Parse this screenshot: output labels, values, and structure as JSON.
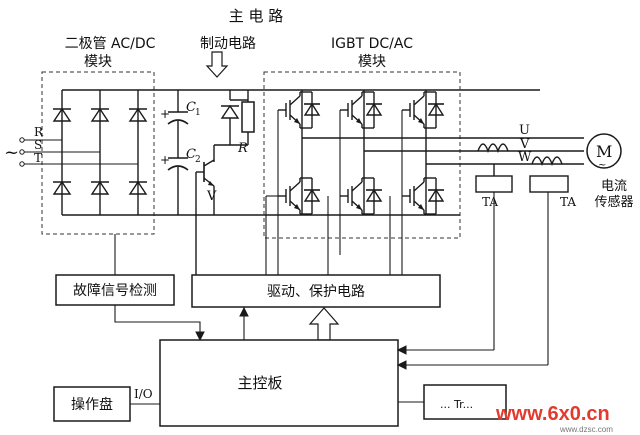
{
  "labels": {
    "main_circuit": "主 电 路",
    "rectifier_line1": "二极管 AC/DC",
    "rectifier_line2": "模块",
    "brake_circuit": "制动电路",
    "igbt_line1": "IGBT  DC/AC",
    "igbt_line2": "模块",
    "phase_r": "R",
    "phase_s": "S",
    "phase_t": "T",
    "ac_symbol": "~",
    "cap1_main": "C",
    "cap1_sub": "1",
    "cap2_main": "C",
    "cap2_sub": "2",
    "resistor": "R",
    "brake_transistor": "V",
    "out_u": "U",
    "out_v": "V",
    "out_w": "W",
    "motor": "M",
    "motor_tilde": "~",
    "ta1": "TA",
    "ta2": "TA",
    "current_sensor_line1": "电流",
    "current_sensor_line2": "传感器",
    "fault_detection": "故障信号检测",
    "drive_protection": "驱动、保护电路",
    "main_board": "主控板",
    "operation_panel": "操作盘",
    "io": "I/O",
    "bottom_right": "... Tr..."
  },
  "watermark": {
    "text": "www.6x0.cn",
    "subtext": "www.dzsc.com"
  }
}
